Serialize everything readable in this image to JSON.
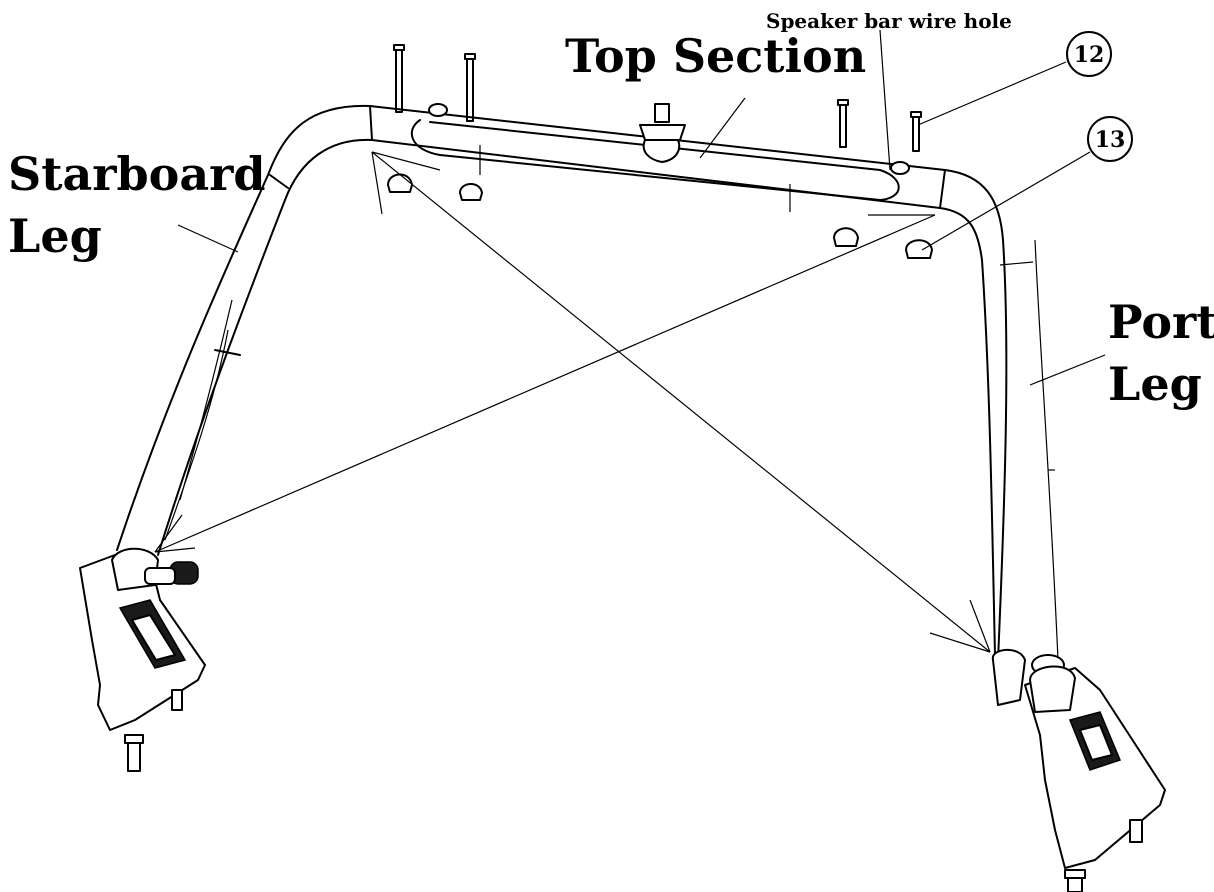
{
  "labels": {
    "top_section": "Top Section",
    "speaker_bar_wire_hole": "Speaker bar wire hole",
    "starboard_leg_line1": "Starboard",
    "starboard_leg_line2": "Leg",
    "port_leg_line1": "Port",
    "port_leg_line2": "Leg"
  },
  "callouts": {
    "part_12": "12",
    "part_13": "13"
  }
}
